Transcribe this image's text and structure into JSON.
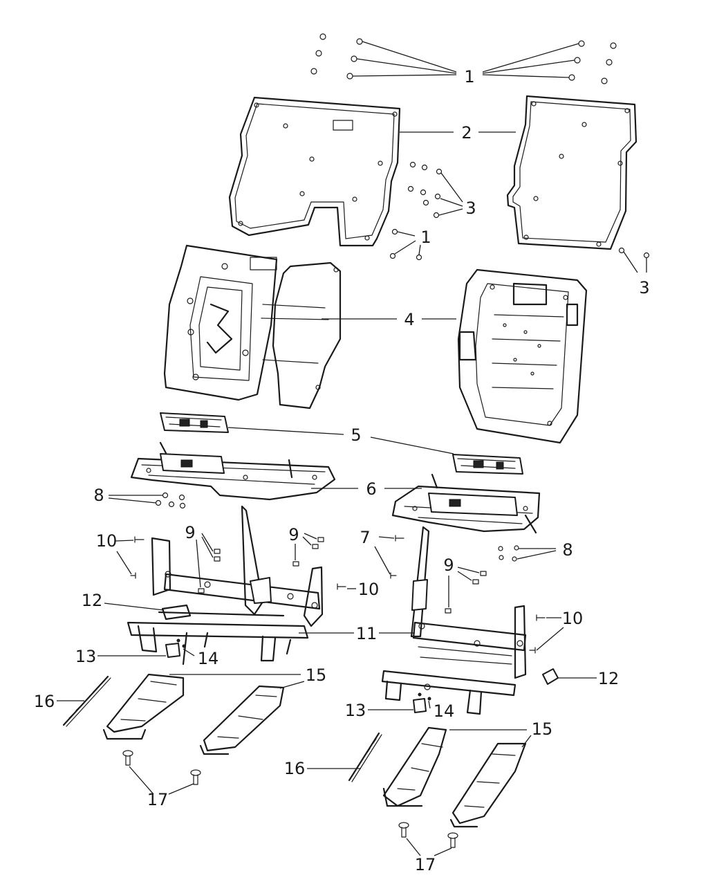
{
  "diagram": {
    "callouts": [
      {
        "id": "c1a",
        "text": "1"
      },
      {
        "id": "c1b",
        "text": "1"
      },
      {
        "id": "c2",
        "text": "2"
      },
      {
        "id": "c3a",
        "text": "3"
      },
      {
        "id": "c3b",
        "text": "3"
      },
      {
        "id": "c4",
        "text": "4"
      },
      {
        "id": "c5",
        "text": "5"
      },
      {
        "id": "c6",
        "text": "6"
      },
      {
        "id": "c7",
        "text": "7"
      },
      {
        "id": "c8a",
        "text": "8"
      },
      {
        "id": "c8b",
        "text": "8"
      },
      {
        "id": "c9a",
        "text": "9"
      },
      {
        "id": "c9b",
        "text": "9"
      },
      {
        "id": "c9c",
        "text": "9"
      },
      {
        "id": "c10a",
        "text": "10"
      },
      {
        "id": "c10b",
        "text": "10"
      },
      {
        "id": "c10c",
        "text": "10"
      },
      {
        "id": "c11",
        "text": "11"
      },
      {
        "id": "c12a",
        "text": "12"
      },
      {
        "id": "c12b",
        "text": "12"
      },
      {
        "id": "c13a",
        "text": "13"
      },
      {
        "id": "c13b",
        "text": "13"
      },
      {
        "id": "c14a",
        "text": "14"
      },
      {
        "id": "c14b",
        "text": "14"
      },
      {
        "id": "c15a",
        "text": "15"
      },
      {
        "id": "c15b",
        "text": "15"
      },
      {
        "id": "c16a",
        "text": "16"
      },
      {
        "id": "c16b",
        "text": "16"
      },
      {
        "id": "c17a",
        "text": "17"
      },
      {
        "id": "c17b",
        "text": "17"
      }
    ]
  }
}
